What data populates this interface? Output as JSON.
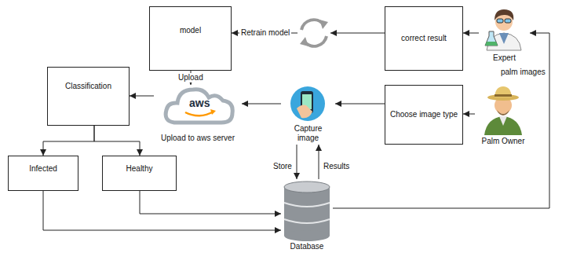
{
  "diagram": {
    "nodes": [
      {
        "text": [
          "model"
        ]
      },
      {
        "text": [
          "correct result"
        ]
      },
      {
        "text": [
          "Expert"
        ]
      },
      {
        "text": [
          "Classification"
        ]
      },
      {
        "text": [
          "Upload to aws server"
        ]
      },
      {
        "text": [
          "Capture image"
        ]
      },
      {
        "text": [
          "Choose image type"
        ]
      },
      {
        "text": [
          "Palm Owner"
        ]
      },
      {
        "text": [
          "Infected"
        ]
      },
      {
        "text": [
          "Healthy"
        ]
      },
      {
        "text": [
          "Database"
        ]
      }
    ],
    "edges": [
      {
        "from": 2,
        "to": 1,
        "arrow": "to"
      },
      {
        "from": 1,
        "to": 0,
        "label": "Retrain model",
        "arrow": "to"
      },
      {
        "from": 0,
        "to": 4,
        "label": "Upload",
        "arrow": "to"
      },
      {
        "from": 7,
        "to": 6,
        "arrow": "to"
      },
      {
        "from": 6,
        "to": 5,
        "arrow": "to"
      },
      {
        "from": 5,
        "to": 4,
        "arrow": "to"
      },
      {
        "from": 4,
        "to": 3,
        "arrow": "to"
      },
      {
        "from": 3,
        "to": 8,
        "arrow": "to"
      },
      {
        "from": 3,
        "to": 9,
        "arrow": "to"
      },
      {
        "from": 8,
        "to": 10,
        "arrow": "to"
      },
      {
        "from": 9,
        "to": 10,
        "arrow": "to"
      },
      {
        "from": 5,
        "to": 10,
        "label": "Store",
        "arrow": "to"
      },
      {
        "from": 10,
        "to": 5,
        "label": "Results",
        "arrow": "to"
      },
      {
        "from": 10,
        "to": 2,
        "label": "palm images",
        "arrow": "to"
      }
    ],
    "labels": [
      "aws"
    ]
  }
}
